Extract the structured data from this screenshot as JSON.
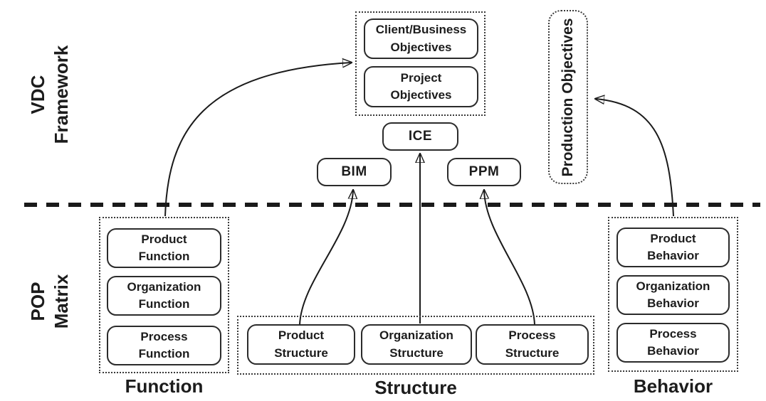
{
  "palette": {
    "ink": "#1c1c1c",
    "background": "#ffffff"
  },
  "side_labels": {
    "vdc_framework": "VDC\nFramework",
    "pop_matrix": "POP\nMatrix"
  },
  "framework": {
    "objectives_group": {
      "client_business": "Client/Business\nObjectives",
      "project": "Project\nObjectives"
    },
    "ice": "ICE",
    "bim": "BIM",
    "ppm": "PPM",
    "production_objectives": "Production Objectives"
  },
  "matrix": {
    "function": {
      "label": "Function",
      "boxes": [
        "Product\nFunction",
        "Organization\nFunction",
        "Process\nFunction"
      ]
    },
    "structure": {
      "label": "Structure",
      "boxes": [
        "Product\nStructure",
        "Organization\nStructure",
        "Process\nStructure"
      ]
    },
    "behavior": {
      "label": "Behavior",
      "boxes": [
        "Product\nBehavior",
        "Organization\nBehavior",
        "Process\nBehavior"
      ]
    }
  },
  "connections": [
    {
      "from": "Function group",
      "to": "Client/Business & Project Objectives"
    },
    {
      "from": "Product Structure",
      "to": "BIM"
    },
    {
      "from": "Organization Structure",
      "to": "ICE"
    },
    {
      "from": "Process Structure",
      "to": "PPM"
    },
    {
      "from": "Behavior group",
      "to": "Production Objectives"
    }
  ]
}
